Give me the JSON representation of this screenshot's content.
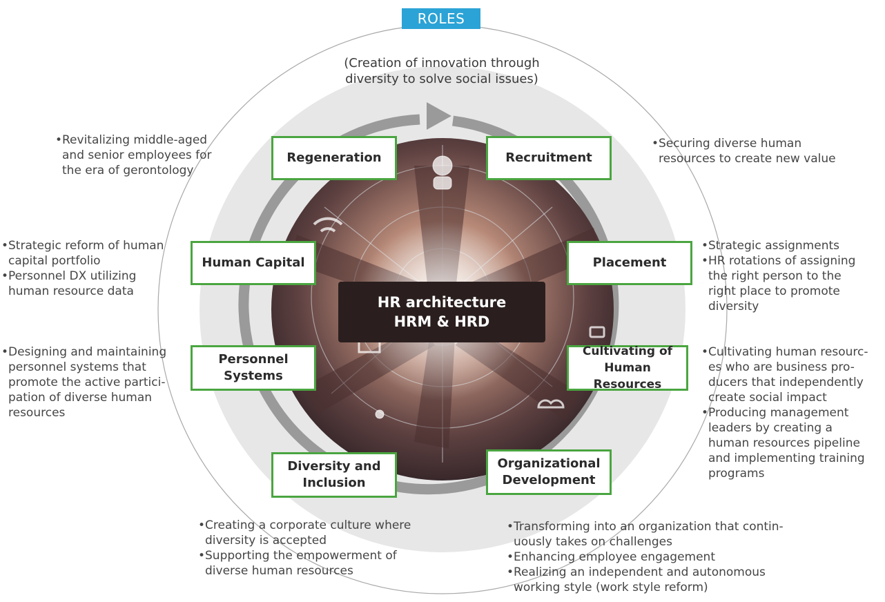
{
  "header": {
    "roles_label": "ROLES"
  },
  "tagline": {
    "line1": "(Creation of innovation through",
    "line2": "diversity to solve social issues)"
  },
  "center": {
    "line1": "HR architecture",
    "line2": "HRM & HRD"
  },
  "colors": {
    "badge": "#2ba3d6",
    "box_border": "#4aa540",
    "center_box": "#2a1f1e",
    "ring": "#9a9a9a",
    "backdrop": "#e6e6e6"
  },
  "roles": {
    "regeneration": {
      "lines": [
        "Regeneration"
      ]
    },
    "recruitment": {
      "lines": [
        "Recruitment"
      ]
    },
    "human_capital": {
      "lines": [
        "Human Capital"
      ]
    },
    "placement": {
      "lines": [
        "Placement"
      ]
    },
    "personnel_systems": {
      "lines": [
        "Personnel",
        "Systems"
      ]
    },
    "cultivating": {
      "lines": [
        "Cultivating of",
        "Human Resources"
      ]
    },
    "diversity_inclusion": {
      "lines": [
        "Diversity and",
        "Inclusion"
      ]
    },
    "organizational_dev": {
      "lines": [
        "Organizational",
        "Development"
      ]
    }
  },
  "notes": {
    "regeneration": [
      [
        "Revitalizing middle-aged",
        "and senior employees for",
        "the era of gerontology"
      ]
    ],
    "recruitment": [
      [
        "Securing diverse human",
        "resources to create new value"
      ]
    ],
    "human_capital": [
      [
        "Strategic reform of human",
        "capital portfolio"
      ],
      [
        "Personnel DX utilizing",
        "human resource data"
      ]
    ],
    "placement": [
      [
        "Strategic assignments"
      ],
      [
        "HR rotations of assigning",
        "the right person to the",
        "right place to promote",
        "diversity"
      ]
    ],
    "personnel_systems": [
      [
        "Designing and maintaining",
        "personnel systems that",
        "promote the active partici-",
        "pation of diverse human",
        "resources"
      ]
    ],
    "cultivating": [
      [
        "Cultivating human resourc-",
        "es who are business pro-",
        "ducers that independently",
        "create social impact"
      ],
      [
        "Producing management",
        "leaders by creating a",
        "human resources pipeline",
        "and implementing training",
        "programs"
      ]
    ],
    "diversity_inclusion": [
      [
        "Creating a corporate culture where",
        "diversity is accepted"
      ],
      [
        "Supporting the empowerment of",
        "diverse human resources"
      ]
    ],
    "organizational_dev": [
      [
        "Transforming into an organization that contin-",
        "uously takes on challenges"
      ],
      [
        "Enhancing employee engagement"
      ],
      [
        "Realizing an independent and autonomous",
        "working style (work style reform)"
      ]
    ]
  }
}
